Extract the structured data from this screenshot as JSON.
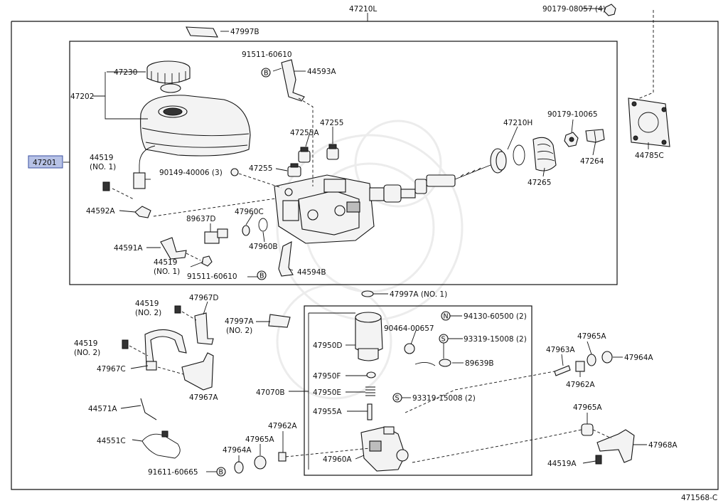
{
  "labels": {
    "top_assembly": "47210L",
    "bolt_top_right": "90179-08057 (4)",
    "label_47997B": "47997B",
    "bolt_91511_top": "91511-60610",
    "bracket_44593A": "44593A",
    "cap_47230": "47230",
    "reservoir_47202": "47202",
    "assy_47201": "47201",
    "screw_44519_no1_top": "44519",
    "screw_44519_no1_top_note": "(NO. 1)",
    "plug_47255A": "47255A",
    "plug_47255_right": "47255",
    "bolt_90149": "90149-40006 (3)",
    "plug_47255_left": "47255",
    "clamp_44592A": "44592A",
    "oring_47960C": "47960C",
    "sensor_89637D": "89637D",
    "oring_47960B": "47960B",
    "bracket_44591A": "44591A",
    "screw_44519_no1_bot": "44519",
    "screw_44519_no1_bot_note": "(NO. 1)",
    "bolt_91511_bot": "91511-60610",
    "bracket_44594B": "44594B",
    "ring_47210H": "47210H",
    "nut_90179_10065": "90179-10065",
    "boot_47265": "47265",
    "clip_47264": "47264",
    "gasket_44785C": "44785C",
    "label_47997A_no1": "47997A  (NO. 1)",
    "screw_44519_no2_a": "44519",
    "screw_44519_no2_a_note": "(NO. 2)",
    "bracket_47967D": "47967D",
    "label_47997A_no2": "47997A",
    "label_47997A_no2_note": "(NO. 2)",
    "screw_44519_no2_b": "44519",
    "screw_44519_no2_b_note": "(NO. 2)",
    "bracket_47967C": "47967C",
    "bracket_47967A": "47967A",
    "hose_44571A": "44571A",
    "tube_44551C": "44551C",
    "bolt_91611": "91611-60665",
    "bushing_47964A_bot": "47964A",
    "bushing_47965A_bot": "47965A",
    "collar_47962A_bot": "47962A",
    "motor_47950D": "47950D",
    "clamp_90464": "90464-00657",
    "ring_47950F": "47950F",
    "pump_47070B": "47070B",
    "spring_47950E": "47950E",
    "pin_47955A": "47955A",
    "pump_47960A": "47960A",
    "nut_94130": "94130-60500 (2)",
    "screw_93319_a": "93319-15008 (2)",
    "switch_89639B": "89639B",
    "screw_93319_b": "93319-15008 (2)",
    "bushing_47965A_r1": "47965A",
    "collar_47963A": "47963A",
    "bushing_47964A_r": "47964A",
    "collar_47962A_r": "47962A",
    "bushing_47965A_r2": "47965A",
    "bracket_47968A": "47968A",
    "bolt_44519A": "44519A",
    "diagram_id": "471568-C"
  },
  "symbols": {
    "b": "B",
    "n": "N",
    "s": "S"
  },
  "colors": {
    "highlight_fill": "#b7c2e6",
    "highlight_stroke": "#3a4fa0",
    "line": "#111111"
  }
}
